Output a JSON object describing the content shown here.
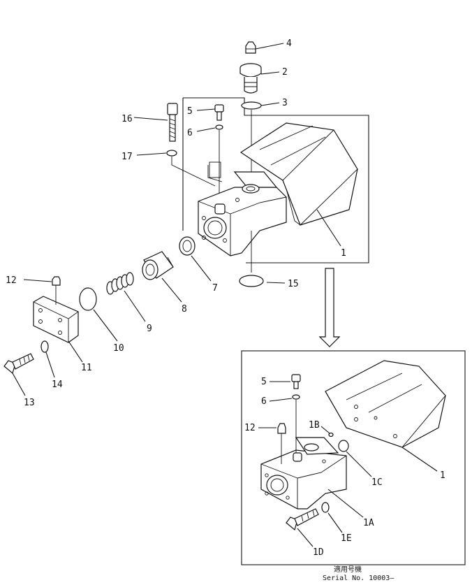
{
  "labels": {
    "p1": "1",
    "p2": "2",
    "p3": "3",
    "p4": "4",
    "p5": "5",
    "p6": "6",
    "p7": "7",
    "p8": "8",
    "p9": "9",
    "p10": "10",
    "p11": "11",
    "p12": "12",
    "p13": "13",
    "p14": "14",
    "p15": "15",
    "p16": "16",
    "p17": "17",
    "d5": "5",
    "d6": "6",
    "d12": "12",
    "d1": "1",
    "d1A": "1A",
    "d1B": "1B",
    "d1C": "1C",
    "d1D": "1D",
    "d1E": "1E"
  },
  "footer": {
    "serial_jp": "適用号機",
    "serial_en": "Serial No. 10003—"
  }
}
